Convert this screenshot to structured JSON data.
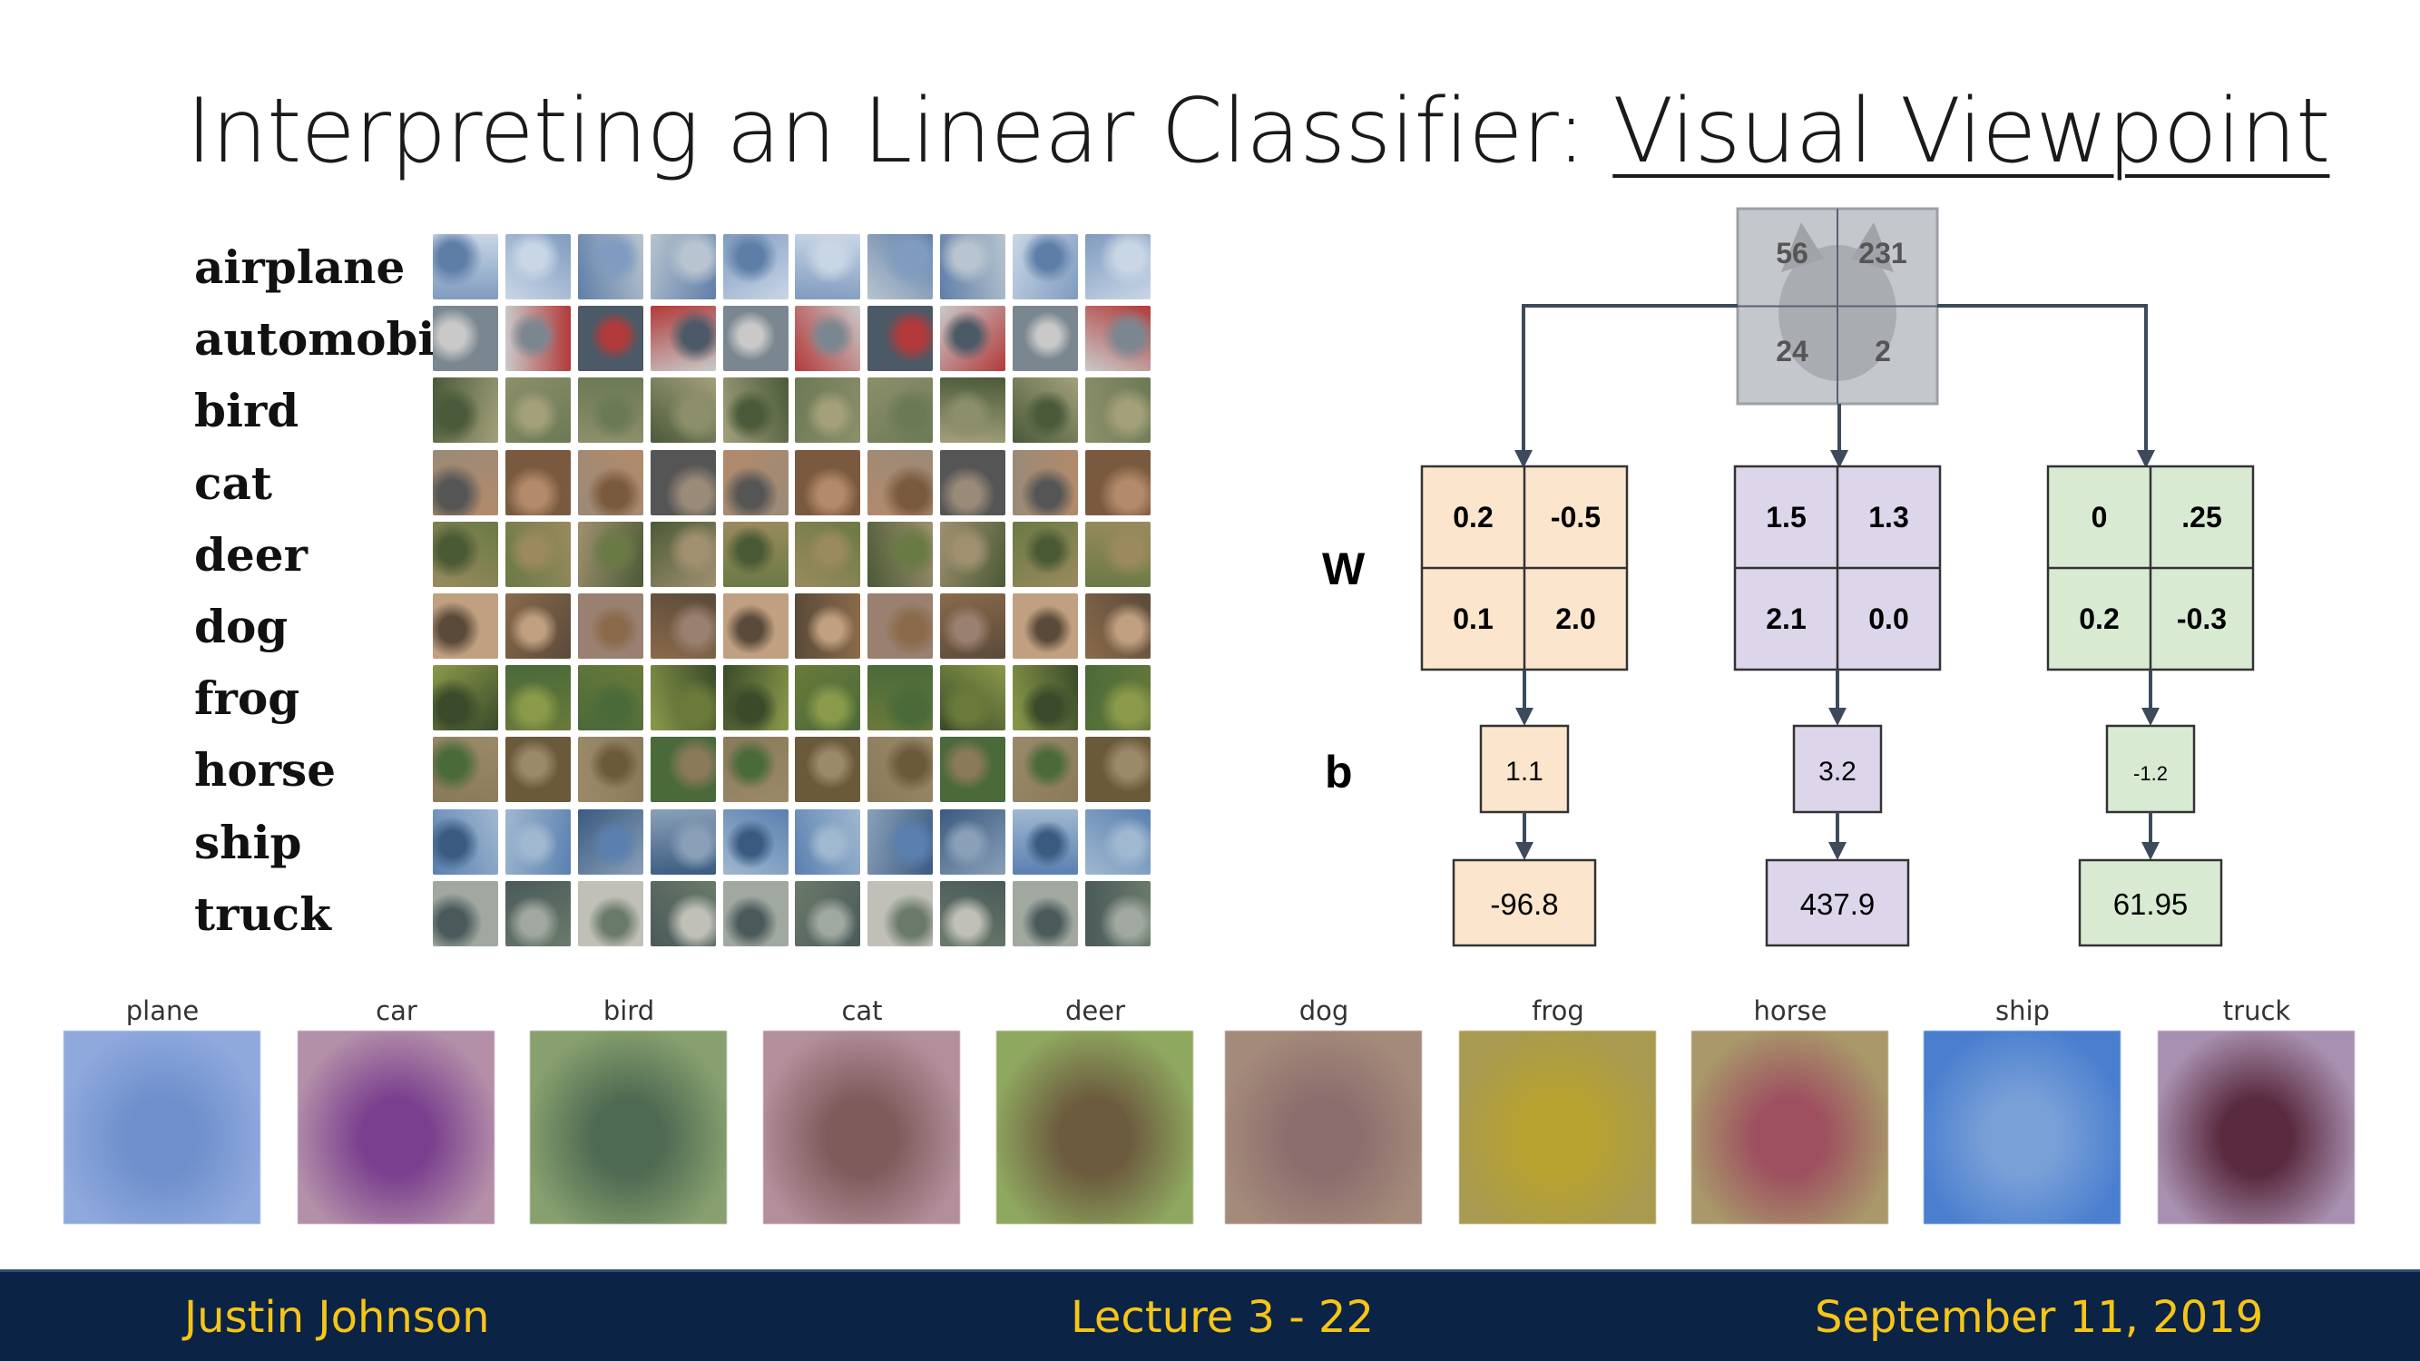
{
  "slide": {
    "title_plain": "Interpreting an Linear Classifier: ",
    "title_underlined": "Visual Viewpoint"
  },
  "classes": [
    "airplane",
    "automobile",
    "bird",
    "cat",
    "deer",
    "dog",
    "frog",
    "horse",
    "ship",
    "truck"
  ],
  "input_image": {
    "pixels": [
      "56",
      "231",
      "24",
      "2"
    ]
  },
  "labels": {
    "W": "W",
    "b": "b"
  },
  "classifiers": [
    {
      "weights": [
        "0.2",
        "-0.5",
        "0.1",
        "2.0"
      ],
      "bias": "1.1",
      "score": "-96.8",
      "color": "#fbe5cd"
    },
    {
      "weights": [
        "1.5",
        "1.3",
        "2.1",
        "0.0"
      ],
      "bias": "3.2",
      "score": "437.9",
      "color": "#ddd5ea"
    },
    {
      "weights": [
        "0",
        ".25",
        "0.2",
        "-0.3"
      ],
      "bias": "-1.2",
      "score": "61.95",
      "color": "#d9ead3"
    }
  ],
  "templates": [
    {
      "label": "plane",
      "inner": "#6e8fcc",
      "outer": "#8fa9dd"
    },
    {
      "label": "car",
      "inner": "#7a3f8e",
      "outer": "#b38fa8"
    },
    {
      "label": "bird",
      "inner": "#4e6a52",
      "outer": "#88a06f"
    },
    {
      "label": "cat",
      "inner": "#7e5c5c",
      "outer": "#b38f9b"
    },
    {
      "label": "deer",
      "inner": "#6c5b3e",
      "outer": "#8fa860"
    },
    {
      "label": "dog",
      "inner": "#8c6e6e",
      "outer": "#a48a7a"
    },
    {
      "label": "frog",
      "inner": "#b8a330",
      "outer": "#a89a50"
    },
    {
      "label": "horse",
      "inner": "#9e5060",
      "outer": "#a8986a"
    },
    {
      "label": "ship",
      "inner": "#7aa0d8",
      "outer": "#4a7fcf"
    },
    {
      "label": "truck",
      "inner": "#5a2a3e",
      "outer": "#a890b0"
    }
  ],
  "footer": {
    "author": "Justin Johnson",
    "lecture": "Lecture 3 - 22",
    "date": "September 11, 2019"
  }
}
